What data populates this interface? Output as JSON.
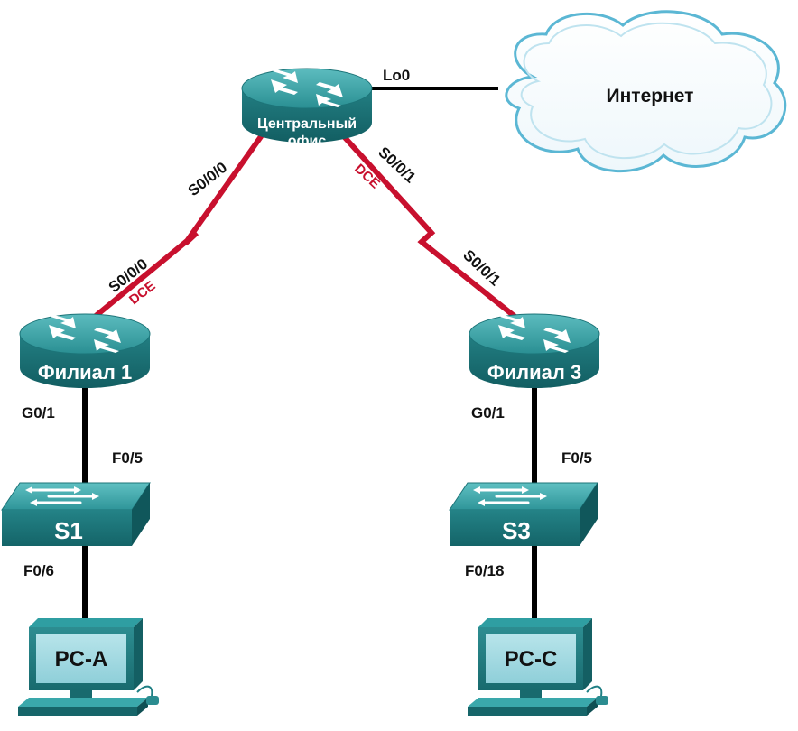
{
  "devices": {
    "hq_router": {
      "name_line1": "Центральный",
      "name_line2": "офис"
    },
    "internet": {
      "name": "Интернет"
    },
    "branch1_router": {
      "name": "Филиал 1"
    },
    "branch3_router": {
      "name": "Филиал 3"
    },
    "switch_s1": {
      "name": "S1"
    },
    "switch_s3": {
      "name": "S3"
    },
    "pc_a": {
      "name": "PC-A"
    },
    "pc_c": {
      "name": "PC-C"
    }
  },
  "interfaces": {
    "hq_lo0": "Lo0",
    "hq_s000": "S0/0/0",
    "hq_s001": "S0/0/1",
    "b1_s000": "S0/0/0",
    "b3_s001": "S0/0/1",
    "b1_g01": "G0/1",
    "b3_g01": "G0/1",
    "s1_f05": "F0/5",
    "s3_f05": "F0/5",
    "s1_f06": "F0/6",
    "s3_f018": "F0/18"
  },
  "links": {
    "dce_left": "DCE",
    "dce_right": "DCE"
  },
  "colors": {
    "device_teal": "#1f7f84",
    "device_teal_light": "#3aa3a6",
    "serial_link": "#c8102e",
    "ethernet_link": "#000000",
    "cloud_outline": "#5bb7d4"
  }
}
